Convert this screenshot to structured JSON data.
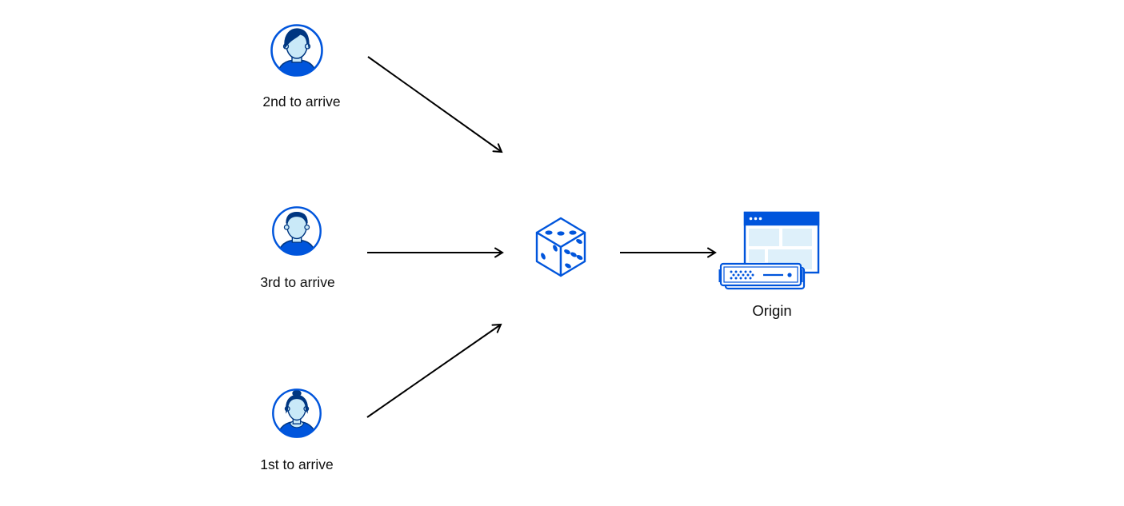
{
  "diagram": {
    "type": "flow-diagram",
    "description": "Three clients routed through a random selector (dice) to an origin server",
    "nodes": [
      {
        "id": "client-2nd",
        "label": "2nd to arrive",
        "icon": "person-avatar-male-swept-hair"
      },
      {
        "id": "client-3rd",
        "label": "3rd to arrive",
        "icon": "person-avatar-male-short-hair"
      },
      {
        "id": "client-1st",
        "label": "1st to arrive",
        "icon": "person-avatar-female-bun"
      },
      {
        "id": "random-selector",
        "label": "",
        "icon": "dice"
      },
      {
        "id": "origin",
        "label": "Origin",
        "icon": "origin-server-browser"
      }
    ],
    "edges": [
      {
        "from": "client-2nd",
        "to": "random-selector"
      },
      {
        "from": "client-3rd",
        "to": "random-selector"
      },
      {
        "from": "client-1st",
        "to": "random-selector"
      },
      {
        "from": "random-selector",
        "to": "origin"
      }
    ],
    "colors": {
      "accent_blue": "#0055DC",
      "navy": "#003681",
      "face_light_blue": "#C9E9F8",
      "panel_light_blue": "#DEF0FA",
      "arrow_black": "#000000",
      "background": "#FFFFFF"
    }
  }
}
